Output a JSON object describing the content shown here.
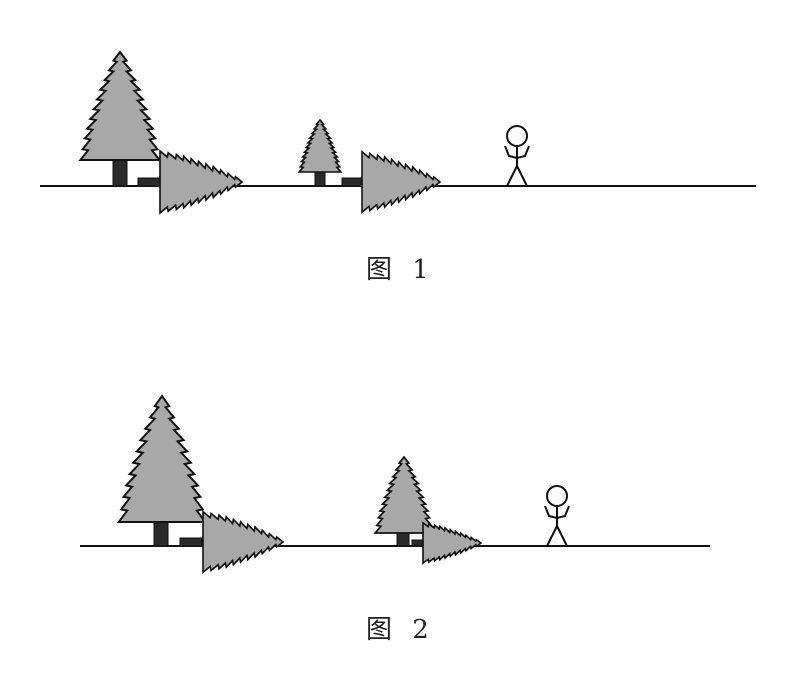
{
  "colors": {
    "tree_fill": "#a8a8a8",
    "outline": "#111111",
    "trunk": "#2a2a2a",
    "ground": "#111111",
    "background": "#ffffff"
  },
  "figures": [
    {
      "caption": "图 1",
      "elements": [
        {
          "type": "tree",
          "state": "standing",
          "size": "large"
        },
        {
          "type": "tree",
          "state": "felled",
          "size": "large"
        },
        {
          "type": "tree",
          "state": "standing",
          "size": "small"
        },
        {
          "type": "tree",
          "state": "felled",
          "size": "large"
        },
        {
          "type": "person",
          "state": "standing"
        }
      ]
    },
    {
      "caption": "图 2",
      "elements": [
        {
          "type": "tree",
          "state": "standing",
          "size": "large"
        },
        {
          "type": "tree",
          "state": "felled",
          "size": "large"
        },
        {
          "type": "tree",
          "state": "standing",
          "size": "medium"
        },
        {
          "type": "tree",
          "state": "felled",
          "size": "medium"
        },
        {
          "type": "person",
          "state": "standing"
        }
      ]
    }
  ]
}
